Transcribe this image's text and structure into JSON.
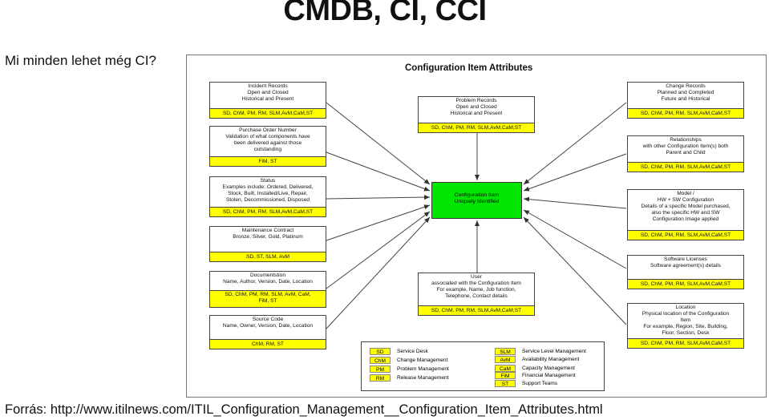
{
  "slide": {
    "title": "CMDB, CI, CCI",
    "subtitle": "Mi minden lehet még CI?",
    "footer": "Forrás: http://www.itilnews.com/ITIL_Configuration_Management__Configuration_Item_Attributes.html"
  },
  "diagram": {
    "title": "Configuration Item Attributes",
    "center": {
      "line1": "Configuration Item",
      "line2": "Uniquely Identified"
    },
    "boxes": [
      {
        "key": "incident",
        "title": "Incident Records",
        "desc": "Open and Closed\nHistorical and Present",
        "abbr": "SD, ChM, PM, RM, SLM,AvM,CaM,ST"
      },
      {
        "key": "purchase",
        "title": "Purchase Order Number",
        "desc": "Validation of what components have\nbeen delivered against those\noutstanding",
        "abbr": "FiM, ST"
      },
      {
        "key": "status",
        "title": "Status",
        "desc": "Examples include: Ordered, Delivered,\nStock, Built, Installed/Live, Repair,\nStolen, Decommissioned, Disposed",
        "abbr": "SD, ChM, PM, RM, SLM,AvM,CaM,ST"
      },
      {
        "key": "maintenance",
        "title": "Maintenance Contract",
        "desc": "Bronze, Silver, Gold, Platinum",
        "abbr": "SD, ST, SLM, AvM"
      },
      {
        "key": "documentation",
        "title": "Documentstion",
        "desc": "Name, Author, Version, Date, Location",
        "abbr": "SD, ChM, PM, RM, SLM, AvM, CaM,\nFiM, ST"
      },
      {
        "key": "source",
        "title": "Source Code",
        "desc": "Name, Owner, Version, Date, Location",
        "abbr": "ChM, RM, ST"
      },
      {
        "key": "problem",
        "title": "Problem Records",
        "desc": "Open and Closed\nHistorical and Present",
        "abbr": "SD, ChM, PM, RM, SLM,AvM,CaM,ST"
      },
      {
        "key": "user",
        "title": "User",
        "desc": "associated with the Configuration Item\nFor example, Name, Job function,\nTelephone, Contact details",
        "abbr": "SD, ChM, PM, RM, SLM,AvM,CaM,ST"
      },
      {
        "key": "change",
        "title": "Change Records",
        "desc": "Planned and Completed\nFuture and Historical",
        "abbr": "SD, ChM, PM, RM, SLM,AvM,CaM,ST"
      },
      {
        "key": "relationships",
        "title": "Relationships",
        "desc": "with other Configuration Item(s) both\nParent and Child",
        "abbr": "SD, ChM, PM, RM, SLM,AvM,CaM,ST"
      },
      {
        "key": "model",
        "title": "Model  /",
        "desc": "HW + SW Configuration\nDetails of a specific Model purchased,\nalso the specific HW and SW\nConfiguration Image applied",
        "abbr": "SD, ChM, PM, RM, SLM,AvM,CaM,ST"
      },
      {
        "key": "licenses",
        "title": "Software Licenses",
        "desc": "Software agreement(s) details",
        "abbr": "SD, ChM, PM, RM, SLM,AvM,CaM,ST"
      },
      {
        "key": "location",
        "title": "Location",
        "desc": "Physical location of the Configuration\nItem\nFor example, Region, Site, Building,\nFloor, Section, Desk",
        "abbr": "SD, ChM, PM, RM, SLM,AvM,CaM,ST"
      }
    ],
    "legend": [
      {
        "abbr": "SD",
        "full": "Service Desk"
      },
      {
        "abbr": "ChM",
        "full": "Change Management"
      },
      {
        "abbr": "PM",
        "full": "Problem Management"
      },
      {
        "abbr": "RM",
        "full": "Release Management"
      },
      {
        "abbr": "SLM",
        "full": "Service Level Management"
      },
      {
        "abbr": "AvM",
        "full": "Availability Management"
      },
      {
        "abbr": "CaM",
        "full": "Capacity Management"
      },
      {
        "abbr": "FiM",
        "full": "Financial Management"
      },
      {
        "abbr": "ST",
        "full": "Support Teams"
      }
    ],
    "colors": {
      "center": "#00e600",
      "abbr_band": "#ffff00"
    }
  }
}
